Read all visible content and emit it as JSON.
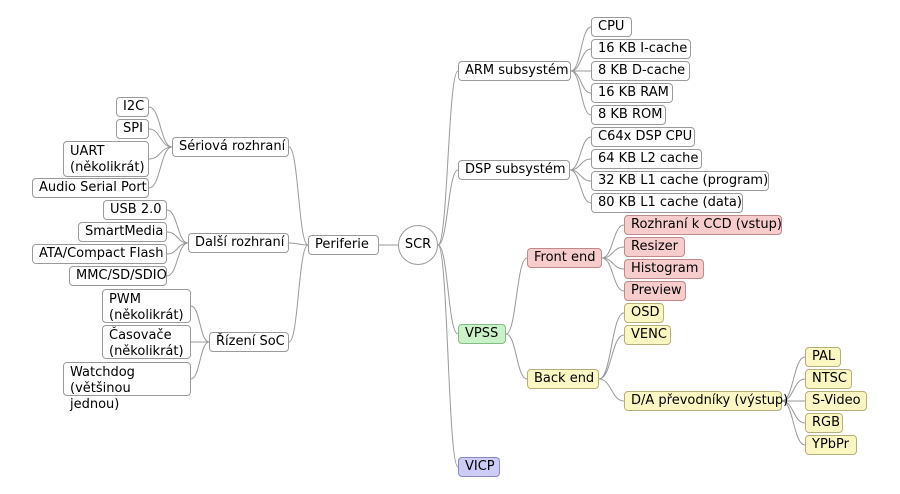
{
  "root": "SCR",
  "left": {
    "periferie": "Periferie",
    "serial": {
      "label": "Sériová rozhraní",
      "items": [
        "I2C",
        "SPI",
        "UART (několikrát)",
        "Audio Serial Port"
      ]
    },
    "other": {
      "label": "Další rozhraní",
      "items": [
        "USB 2.0",
        "SmartMedia",
        "ATA/Compact Flash",
        "MMC/SD/SDIO"
      ]
    },
    "soc": {
      "label": "Řízení SoC",
      "items": [
        "PWM (několikrát)",
        "Časovače (několikrát)",
        "Watchdog (většinou jednou)"
      ]
    }
  },
  "right": {
    "arm": {
      "label": "ARM subsystém",
      "items": [
        "CPU",
        "16 KB I-cache",
        "8 KB D-cache",
        "16 KB RAM",
        "8 KB ROM"
      ]
    },
    "dsp": {
      "label": "DSP subsystém",
      "items": [
        "C64x DSP CPU",
        "64 KB L2 cache",
        "32 KB L1 cache (program)",
        "80 KB L1 cache (data)"
      ]
    },
    "vpss": {
      "label": "VPSS",
      "front": {
        "label": "Front end",
        "items": [
          "Rozhraní k CCD (vstup)",
          "Resizer",
          "Histogram",
          "Preview"
        ]
      },
      "back": {
        "label": "Back end",
        "items": [
          "OSD",
          "VENC"
        ],
        "dac": {
          "label": "D/A převodníky (výstup)",
          "items": [
            "PAL",
            "NTSC",
            "S-Video",
            "RGB",
            "YPbPr"
          ]
        }
      }
    },
    "vicp": "VICP"
  },
  "colors": {
    "line": "#999999",
    "border": "#9a9a9a",
    "pink": "#f7cccc",
    "yellow": "#fbf7c3",
    "green": "#c9f2c9",
    "blue": "#ccccf7"
  }
}
